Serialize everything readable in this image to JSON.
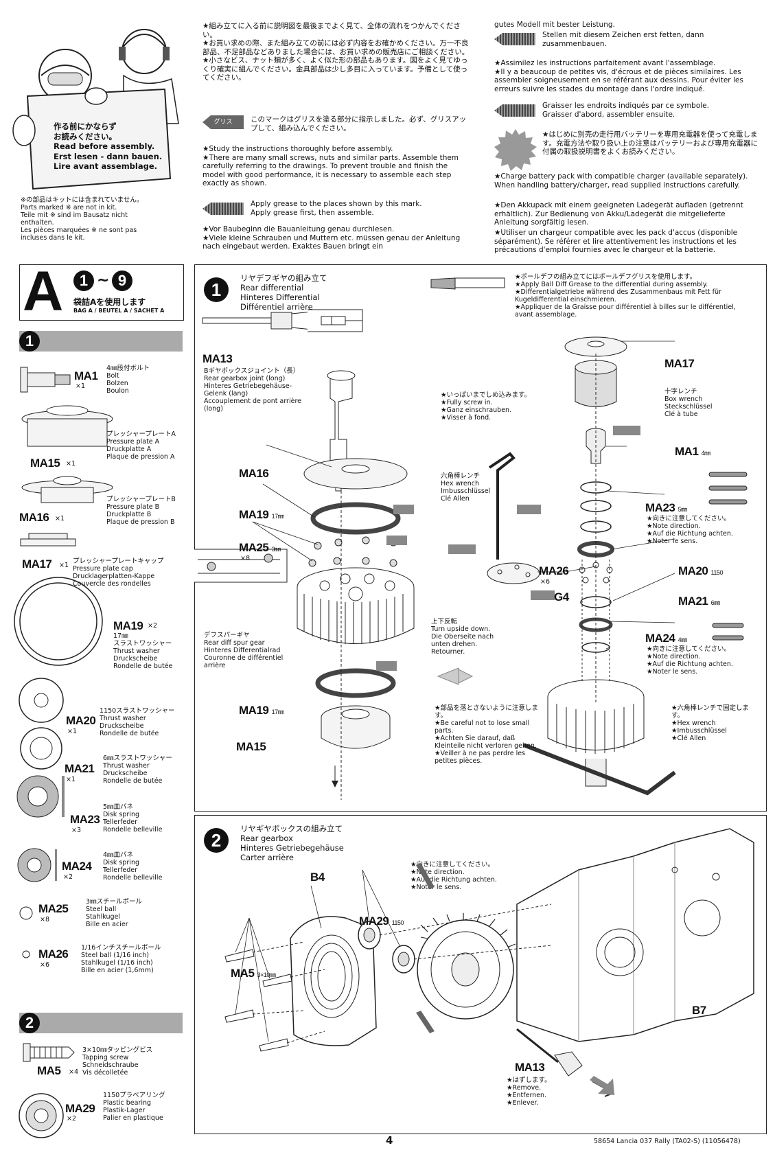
{
  "header": {
    "intro_sign": "作る前にかならず\nお読みください。\nRead before assembly.\nErst lesen - dann bauen.\nLire avant assemblage.",
    "parts_note": "※の部品はキットには含まれていません。\nParts marked ※ are not in kit.\nTeile mit ※ sind im Bausatz nicht\nenthalten.\nLes pièces marquées ※ ne sont pas\nincluses dans le kit.",
    "jp_notes": "★組み立てに入る前に説明図を最後までよく見て、全体の流れをつかんでください。\n★お買い求めの際、また組み立ての前には必ず内容をお確かめください。万一不良部品、不足部品などありました場合には、お買い求めの販売店にご相談ください。\n★小さなビス、ナット類が多く、よく似た形の部品もあります。図をよく見てゆっくり確実に組んでください。金具部品は少し多目に入っています。予備として使ってください。",
    "grease_badge": "グリス",
    "jp_grease": "このマークはグリスを塗る部分に指示しました。必ず、グリスアップして、組み込んでください。",
    "en_notes": "★Study the instructions thoroughly before assembly.\n★There are many small screws, nuts and similar parts. Assemble them carefully referring to the drawings. To prevent trouble and finish the model with good performance, it is necessary to assemble each step exactly as shown.",
    "en_grease": "Apply grease to the places shown by this mark.\nApply grease first, then assemble.",
    "de_notes": "★Vor Baubeginn die Bauanleitung genau durchlesen.\n★Viele kleine Schrauben und Muttern etc. müssen genau der Anleitung nach eingebaut werden. Exaktes Bauen bringt ein",
    "de_cont": "gutes Modell mit bester Leistung.",
    "de_grease": "Stellen mit diesem Zeichen erst fetten, dann zusammenbauen.",
    "fr_notes": "★Assimilez les instructions parfaitement avant l'assemblage.\n★Il y a beaucoup de petites vis, d'écrous et de pièces similaires. Les assembler soigneusement en se référant aux dessins. Pour éviter les erreurs suivre les stades du montage dans l'ordre indiqué.",
    "fr_grease": "Graisser les endroits indiqués par ce symbole.\nGraisser d'abord, assembler ensuite.",
    "battery_jp": "★はじめに別売の走行用バッテリーを専用充電器を使って充電します。充電方法や取り扱い上の注意はバッテリーおよび専用充電器に付属の取扱説明書をよくお読みください。",
    "battery_en": "★Charge battery pack with compatible charger (available separately). When handling battery/charger, read supplied instructions carefully.",
    "battery_de": "★Den Akkupack mit einem geeigneten Ladegerät aufladen (getrennt erhältlich). Zur Bedienung von Akku/Ladegerät die mitgelieferte Anleitung sorgfältig lesen.",
    "battery_fr": "★Utiliser un chargeur compatible avec les pack d'accus (disponible séparément). Se référer et lire attentivement les instructions et les précautions d'emploi fournies avec le chargeur et la batterie."
  },
  "bag": {
    "letter": "A",
    "range_start": "1",
    "range_sep": "~",
    "range_end": "9",
    "jp": "袋詰Aを使用します",
    "en": "BAG A / BEUTEL A / SACHET A"
  },
  "parts_list_1": [
    {
      "id": "MA1",
      "qty": "×1",
      "desc": "4㎜段付ボルト\nBolt\nBolzen\nBoulon"
    },
    {
      "id": "MA15",
      "qty": "×1",
      "desc": "プレッシャープレートA\nPressure plate A\nDruckplatte A\nPlaque de pression A"
    },
    {
      "id": "MA16",
      "qty": "×1",
      "desc": "プレッシャープレートB\nPressure plate B\nDruckplatte B\nPlaque de pression B"
    },
    {
      "id": "MA17",
      "qty": "×1",
      "desc": "プレッシャープレートキャップ\nPressure plate cap\nDrucklagerplatten-Kappe\nCouvercle des rondelles"
    },
    {
      "id": "MA19",
      "qty": "×2",
      "desc": "17㎜\nスラストワッシャー\nThrust washer\nDruckscheibe\nRondelle de butée"
    },
    {
      "id": "MA20",
      "qty": "×1",
      "desc": "1150スラストワッシャー\nThrust washer\nDruckscheibe\nRondelle de butée"
    },
    {
      "id": "MA21",
      "qty": "×1",
      "desc": "6㎜スラストワッシャー\nThrust washer\nDruckscheibe\nRondelle de butée"
    },
    {
      "id": "MA23",
      "qty": "×3",
      "desc": "5㎜皿バネ\nDisk spring\nTellerfeder\nRondelle belleville"
    },
    {
      "id": "MA24",
      "qty": "×2",
      "desc": "4㎜皿バネ\nDisk spring\nTellerfeder\nRondelle belleville"
    },
    {
      "id": "MA25",
      "qty": "×8",
      "desc": "3㎜スチールボール\nSteel ball\nStahlkugel\nBille en acier"
    },
    {
      "id": "MA26",
      "qty": "×6",
      "desc": "1/16インチスチールボール\nSteel ball (1/16 inch)\nStahlkugel (1/16 inch)\nBille en acier (1,6mm)"
    }
  ],
  "parts_list_2": [
    {
      "id": "MA5",
      "qty": "×4",
      "desc": "3×10㎜タッピングビス\nTapping screw\nSchneidschraube\nVis décolletée"
    },
    {
      "id": "MA29",
      "qty": "×2",
      "desc": "1150プラベアリング\nPlastic bearing\nPlastik-Lager\nPalier en plastique"
    }
  ],
  "step1": {
    "num": "1",
    "title": "リヤデフギヤの組み立て\nRear differential\nHinteres Differential\nDifférentiel arrière",
    "ball_grease": "★ボールデフの組み立てにはボールデフグリスを使用します。\n★Apply Ball Diff Grease to the differential during assembly.\n★Differentialgetriebe während des Zusammenbaus mit Fett für Kugeldifferential einschmieren.\n★Appliquer de la Graisse pour différentiel à billes sur le différentiel, avant assemblage.",
    "ma13": "MA13",
    "joint": "Bギヤボックスジョイント（長）\nRear gearbox joint (long)\nHinteres Getriebegehäuse-\nGelenk (lang)\nAccouplement de pont arrière\n(long)",
    "spur": "デフスパーギヤ\nRear diff spur gear\nHinteres Differentialrad\nCouronne de différentiel\narrière",
    "screw_in": "★いっぱいまでしめ込みます。\n★Fully screw in.\n★Ganz einschrauben.\n★Visser à fond.",
    "hex": "六角棒レンチ\nHex wrench\nImbusschlüssel\nClé Allen",
    "flip": "上下反転\nTurn upside down.\nDie Oberseite nach\nunten drehen.\nRetourner.",
    "careful": "★部品を落とさないように注意します。\n★Be careful not to lose small parts.\n★Achten Sie darauf, daß Kleinteile nicht verloren gehen.\n★Veiller à ne pas perdre les petites pièces.",
    "box_wrench": "十字レンチ\nBox wrench\nSteckschlüssel\nClé à tube",
    "note_dir": "★向きに注意してください。\n★Note direction.\n★Auf die Richtung achten.\n★Noter le sens.",
    "hex_fix": "★六角棒レンチで固定します。\n★Hex wrench\n★Imbusschlüssel\n★Clé Allen",
    "labels": {
      "ma16": "MA16",
      "ma19a": "MA19",
      "ma19b": "MA19",
      "ma25": "MA25",
      "ma25qty": "×8",
      "ma15": "MA15",
      "ma17": "MA17",
      "ma1": "MA1",
      "ma23": "MA23",
      "ma26": "MA26",
      "ma26qty": "×6",
      "g4": "G4",
      "ma20": "MA20",
      "ma21": "MA21",
      "ma24": "MA24",
      "s17a": "17㎜",
      "s17b": "17㎜",
      "s3": "3㎜",
      "s4": "4㎜",
      "s5": "5㎜",
      "s1150": "1150",
      "s6": "6㎜",
      "s4b": "4㎜"
    }
  },
  "step2": {
    "num": "2",
    "title": "リヤギヤボックスの組み立て\nRear gearbox\nHinteres Getriebegehäuse\nCarter arrière",
    "note_dir": "★向きに注意してください。\n★Note direction.\n★Auf die Richtung achten.\n★Noter le sens.",
    "remove": "★はずします。\n★Remove.\n★Entfernen.\n★Enlever.",
    "labels": {
      "b4": "B4",
      "b7": "B7",
      "ma29": "MA29",
      "ma29s": "1150",
      "ma5": "MA5",
      "ma5s": "3×10㎜",
      "ma13": "MA13"
    }
  },
  "footer": {
    "page": "4",
    "code": "58654  Lancia 037 Rally (TA02-S) (11056478)"
  }
}
